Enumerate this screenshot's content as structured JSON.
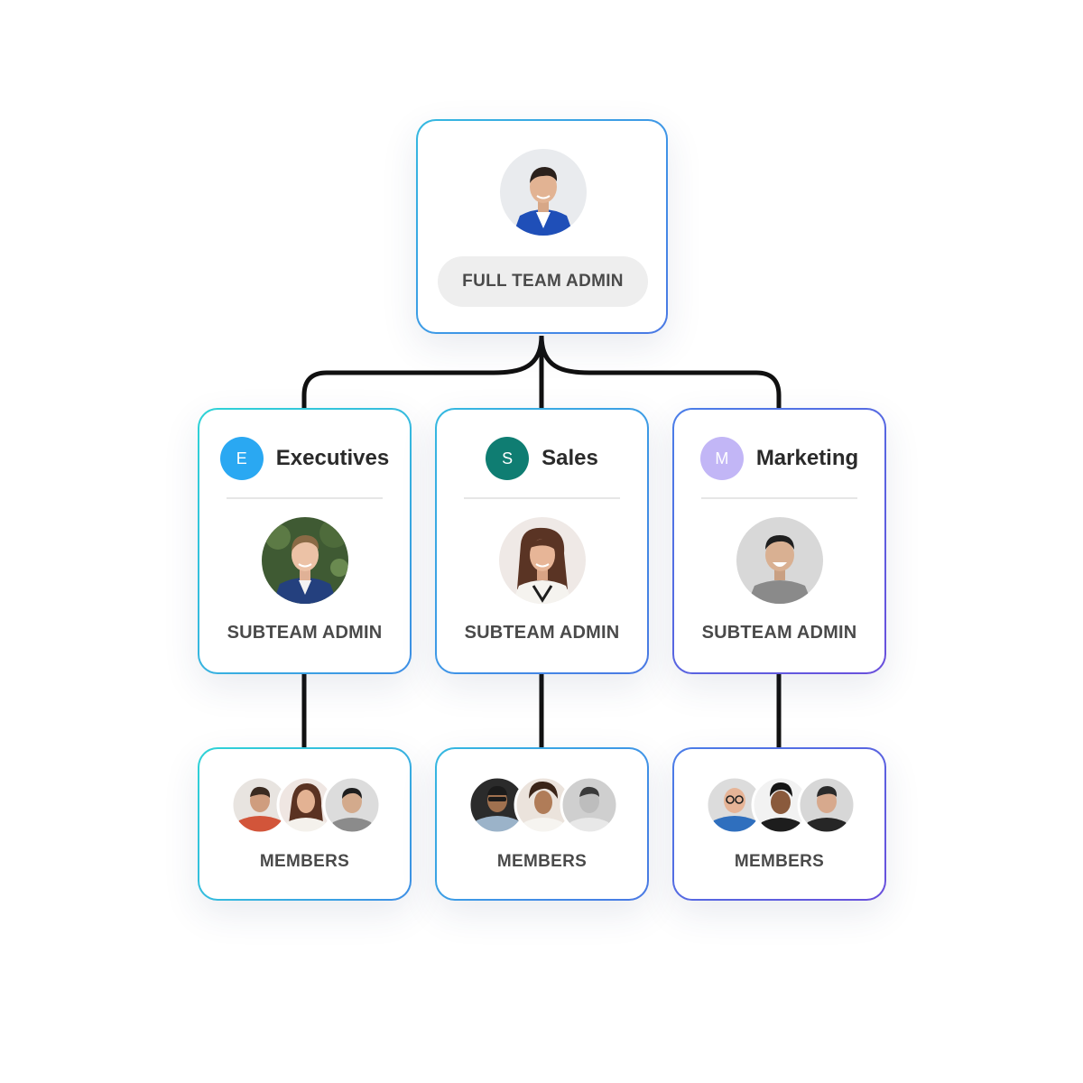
{
  "top_admin": {
    "role_label": "FULL TEAM ADMIN"
  },
  "subteams": [
    {
      "badge_letter": "E",
      "badge_color": "#2aa8f2",
      "name": "Executives",
      "role_label": "SUBTEAM ADMIN",
      "members_label": "MEMBERS"
    },
    {
      "badge_letter": "S",
      "badge_color": "#0f7d72",
      "name": "Sales",
      "role_label": "SUBTEAM ADMIN",
      "members_label": "MEMBERS"
    },
    {
      "badge_letter": "M",
      "badge_color": "#c2b6f6",
      "name": "Marketing",
      "role_label": "SUBTEAM ADMIN",
      "members_label": "MEMBERS"
    }
  ],
  "colors": {
    "connector": "#111111",
    "pill_background": "#eeeeee",
    "label_text": "#4a4a4a",
    "title_text": "#2a2a2a",
    "border_gradient_start": "#38d0dc",
    "border_gradient_end": "#5d5fe0"
  },
  "icons": {
    "avatar": "person-photo-icon"
  }
}
